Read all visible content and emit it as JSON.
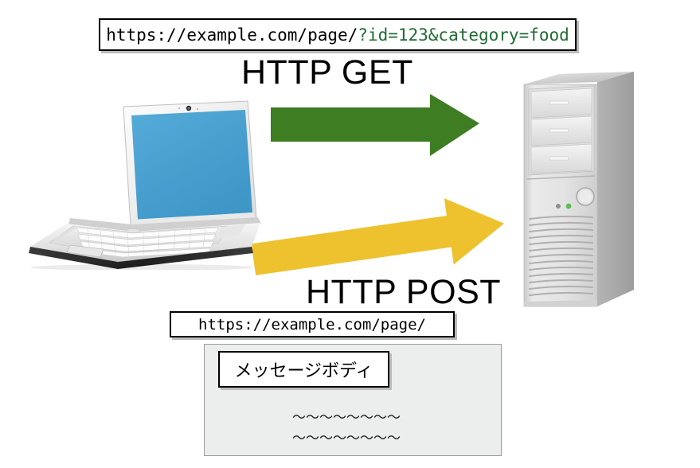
{
  "diagram": {
    "title": "HTTP GET vs HTTP POST request diagram",
    "background_color": "#ffffff"
  },
  "get_request": {
    "url_base": "https://example.com/page/",
    "url_query": "?id=123&category=food",
    "url_full": "https://example.com/page/?id=123&category=food",
    "label": "HTTP GET",
    "arrow_color": "#3f7d22",
    "query_color": "#1f6b33",
    "direction": "left-to-right"
  },
  "post_request": {
    "url": "https://example.com/page/",
    "label": "HTTP POST",
    "arrow_color": "#edc22e",
    "direction": "left-to-right",
    "message_body": {
      "title": "メッセージボディ",
      "lines": [
        "〜〜〜〜〜〜〜〜",
        "〜〜〜〜〜〜〜〜"
      ],
      "panel_color": "#eceded"
    }
  },
  "client": {
    "name": "laptop",
    "screen_color": "#4aa3d4",
    "body_color": "#f2f2f2"
  },
  "server": {
    "name": "server-tower",
    "body_color": "#d8d8d8",
    "side_color": "#a8a8a8",
    "bays": 3,
    "led_power_color": "#5bbf4f",
    "led_idle_color": "#8f8f8f"
  }
}
